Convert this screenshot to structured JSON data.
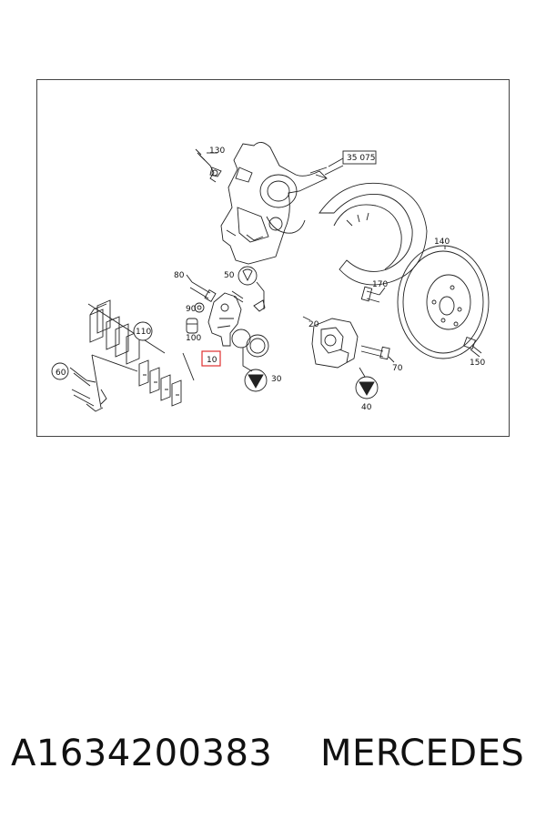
{
  "diagram": {
    "callouts": {
      "p130": "130",
      "p35075": "35 075",
      "p140": "140",
      "p80": "80",
      "p50": "50",
      "p170": "170",
      "p90": "90",
      "p110": "110",
      "p100": "100",
      "p20": "20",
      "p10": "10",
      "p70": "70",
      "p150": "150",
      "p60": "60",
      "p30": "30",
      "p40": "40"
    },
    "highlight_color": "#e0302f",
    "line_color": "#222222"
  },
  "caption": {
    "part_number": "A1634200383",
    "brand": "MERCEDES"
  }
}
